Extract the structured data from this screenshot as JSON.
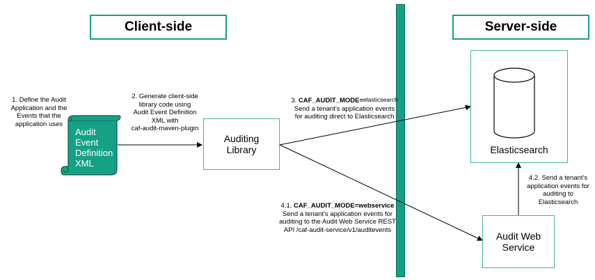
{
  "headers": {
    "client": "Client-side",
    "server": "Server-side"
  },
  "scroll": {
    "lines": [
      "Audit",
      "Event",
      "Definition",
      "XML"
    ]
  },
  "nodes": {
    "auditing_library": [
      "Auditing",
      "Library"
    ],
    "elasticsearch": "Elasticsearch",
    "audit_web_service": [
      "Audit Web",
      "Service"
    ]
  },
  "notes": {
    "step1": [
      "1. Define the Audit",
      "Application and the",
      "Events that the",
      "application uses"
    ],
    "step2": [
      "2. Generate client-side",
      "library code using",
      "Audit Event Definition",
      "XML with",
      "caf-audit-maven-plugin"
    ],
    "step3": {
      "prefix": "3. ",
      "mode": "CAF_AUDIT_MODE=",
      "value": "elasticsearch",
      "lines": [
        "Send a tenant's application events",
        "for auditing direct to Elasticsearch"
      ]
    },
    "step41": {
      "prefix": "4.1. ",
      "mode": "CAF_AUDIT_MODE=webservice",
      "lines": [
        "Send a tenant's application events for",
        "auditing to the Audit Web Service REST",
        "API /caf-audit-service/v1/auditevents"
      ]
    },
    "step42": [
      "4.2. Send a tenant's",
      "application events for",
      "auditing to",
      "Elasticsearch"
    ]
  },
  "colors": {
    "accent": "#16a085",
    "scroll_fill": "#16a085",
    "box_border": "#3fb59a"
  }
}
